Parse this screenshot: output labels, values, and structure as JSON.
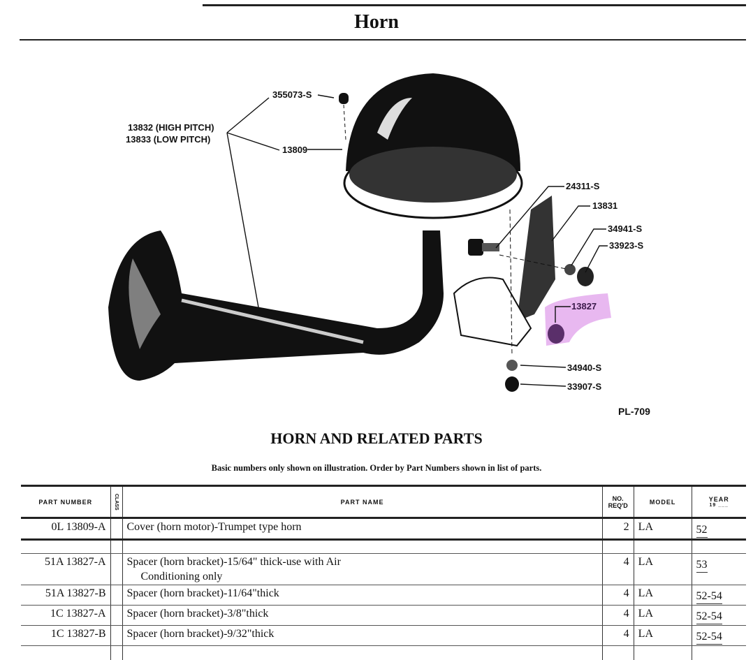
{
  "page_title": "Horn",
  "illustration": {
    "plate_id": "PL-709",
    "callouts": [
      "355073-S",
      "13832 (HIGH PITCH)",
      "13833  (LOW PITCH)",
      "13809",
      "24311-S",
      "13831",
      "34941-S",
      "33923-S",
      "13827",
      "34940-S",
      "33907-S"
    ],
    "highlight_color": "#e8b8f0"
  },
  "section_title": "HORN AND RELATED PARTS",
  "note": "Basic numbers only shown on illustration.   Order by Part Numbers shown in list of parts.",
  "table": {
    "headers": {
      "part_number": "PART NUMBER",
      "class": "CLASS",
      "part_name": "PART NAME",
      "qty": "NO. REQ'D",
      "model": "MODEL",
      "year": "YEAR",
      "year_sub": "19 ___"
    },
    "rows": [
      {
        "part_number": "0L 13809-A",
        "part_name": "Cover (horn motor)-Trumpet type horn",
        "qty": "2",
        "model": "LA",
        "year": "52"
      },
      {
        "part_number": "51A 13827-A",
        "part_name": "Spacer (horn bracket)-15/64\" thick-use with Air",
        "part_name_cont": "Conditioning only",
        "qty": "4",
        "model": "LA",
        "year": "53"
      },
      {
        "part_number": "51A 13827-B",
        "part_name": "Spacer (horn bracket)-11/64\"thick",
        "qty": "4",
        "model": "LA",
        "year": "52-54"
      },
      {
        "part_number": "1C 13827-A",
        "part_name": "Spacer (horn bracket)-3/8\"thick",
        "qty": "4",
        "model": "LA",
        "year": "52-54"
      },
      {
        "part_number": "1C 13827-B",
        "part_name": "Spacer (horn bracket)-9/32\"thick",
        "qty": "4",
        "model": "LA",
        "year": "52-54"
      }
    ]
  }
}
